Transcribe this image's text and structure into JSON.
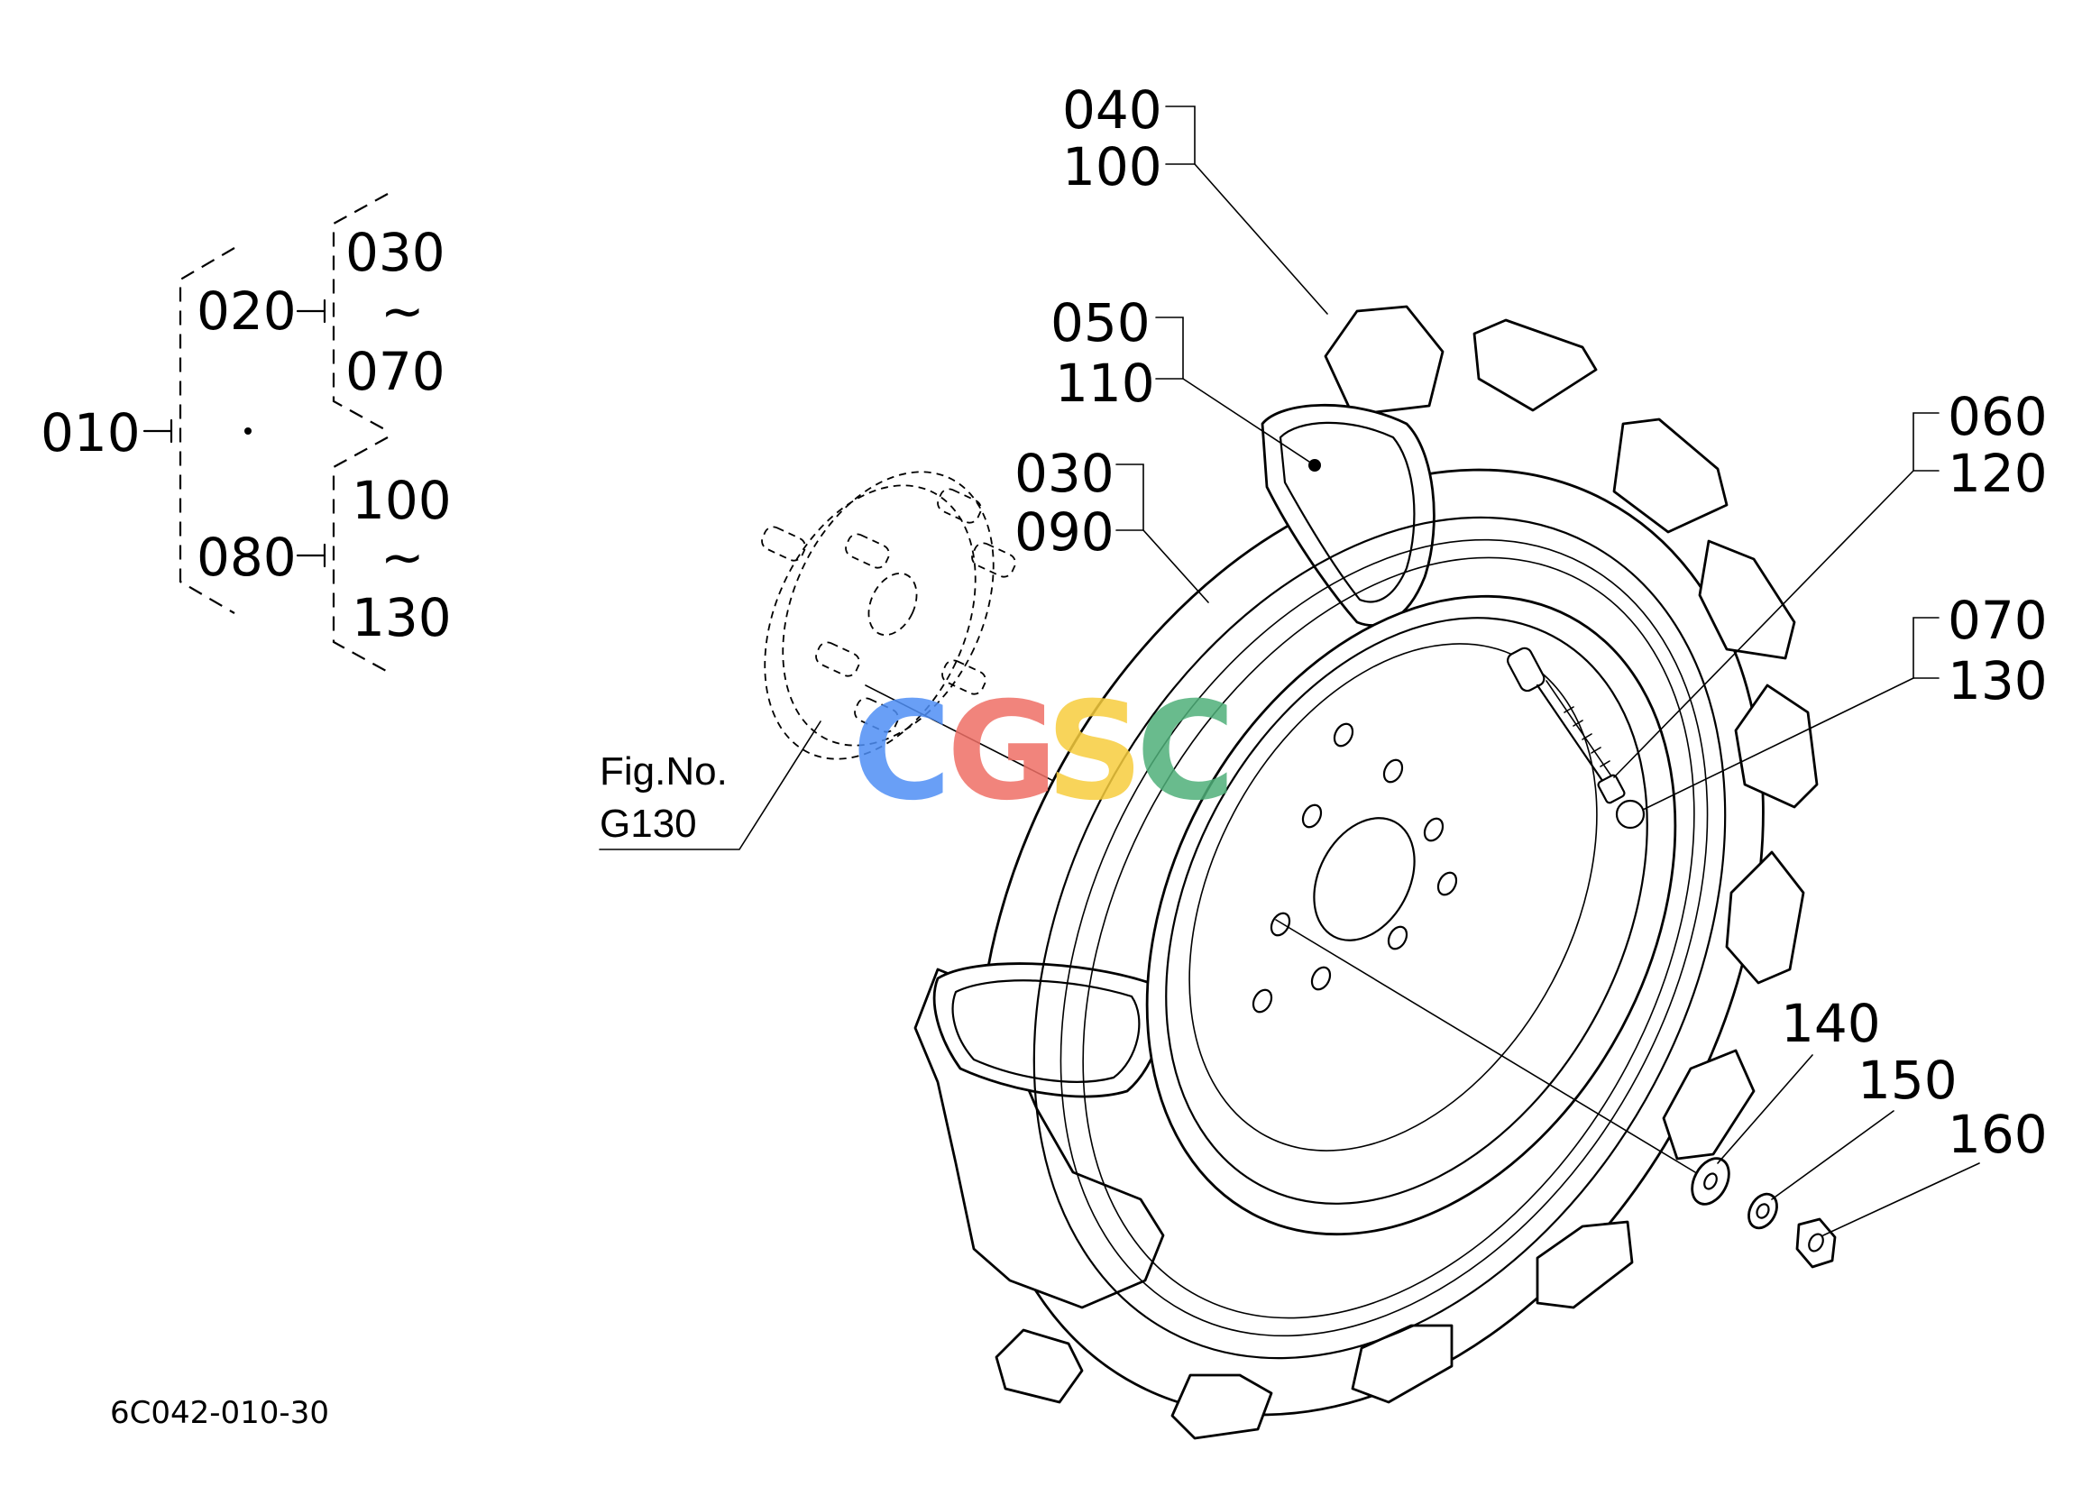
{
  "tree": {
    "root": "010",
    "branch_upper": "020",
    "branch_lower": "080",
    "upper_from": "030",
    "upper_to": "070",
    "lower_from": "100",
    "lower_to": "130",
    "range_symbol": "~"
  },
  "callouts": {
    "c040_100": [
      "040",
      "100"
    ],
    "c050_110": [
      "050",
      "110"
    ],
    "c030_090": [
      "030",
      "090"
    ],
    "c060_120": [
      "060",
      "120"
    ],
    "c070_130": [
      "070",
      "130"
    ],
    "c140": "140",
    "c150": "150",
    "c160": "160"
  },
  "figure_ref": {
    "line1": "Fig.No.",
    "line2": "G130"
  },
  "watermark": {
    "letters": [
      "C",
      "G",
      "S",
      "C"
    ],
    "colors": [
      "#4f8ff5",
      "#ef6f66",
      "#f7cd3e",
      "#4fb07a"
    ]
  },
  "drawing_code": "6C042-010-30"
}
